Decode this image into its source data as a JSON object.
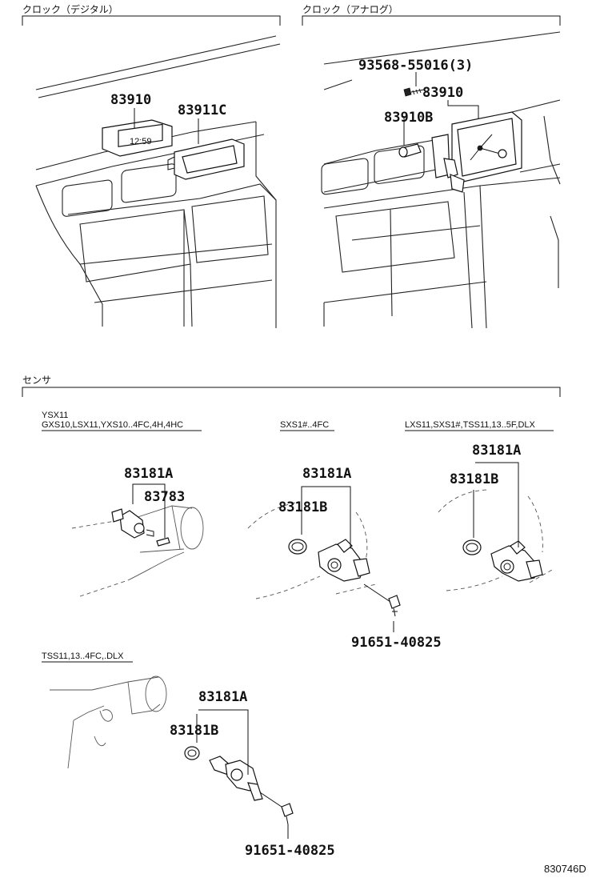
{
  "sections": {
    "clock_digital": "クロック（デジタル）",
    "clock_analog": "クロック（アナログ）",
    "sensor": "センサ"
  },
  "variants": {
    "v1_line1": "YSX11",
    "v1_line2": "GXS10,LSX11,YXS10..4FC,4H,4HC",
    "v2": "SXS1#..4FC",
    "v3": "LXS11,SXS1#,TSS11,13..5F,DLX",
    "v4": "TSS11,13..4FC,.DLX"
  },
  "parts": {
    "digital_clock": "83910",
    "digital_clock_cover": "83911C",
    "analog_screw": "93568-55016(3)",
    "analog_clock": "83910",
    "analog_bulb": "83910B",
    "s1_sensor": "83181A",
    "s1_pin": "83783",
    "s2_sensor": "83181A",
    "s2_oring": "83181B",
    "s2_bolt": "91651-40825",
    "s3_sensor": "83181A",
    "s3_oring": "83181B",
    "s4_sensor": "83181A",
    "s4_oring": "83181B",
    "s4_bolt": "91651-40825"
  },
  "footer": {
    "code": "830746D"
  },
  "clock_display": "12:59"
}
